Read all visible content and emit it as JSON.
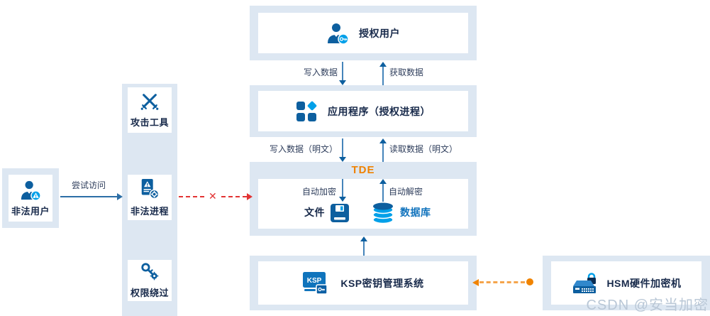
{
  "boxes": {
    "authorized_user": {
      "label": "授权用户"
    },
    "app": {
      "label": "应用程序（授权进程）"
    },
    "tde": {
      "title": "TDE",
      "encrypt_label": "自动加密",
      "decrypt_label": "自动解密",
      "file_label": "文件",
      "db_label": "数据库"
    },
    "ksp": {
      "label": "KSP密钥管理系统",
      "icon_text": "KSP"
    },
    "hsm": {
      "label": "HSM硬件加密机"
    }
  },
  "flows": {
    "write_data": "写入数据",
    "get_data": "获取数据",
    "write_plaintext": "写入数据（明文）",
    "read_plaintext": "读取数据（明文）",
    "try_access": "尝试访问",
    "blocked_mark": "✕"
  },
  "threats": {
    "items": [
      {
        "label": "攻击工具"
      },
      {
        "label": "非法进程"
      },
      {
        "label": "权限绕过"
      }
    ],
    "illegal_user_label": "非法用户"
  },
  "watermark": {
    "text": "CSDN @安当加密"
  },
  "colors": {
    "panel_bg": "#dde7f2",
    "icon_blue": "#0d5f9f",
    "icon_cyan": "#00a0e9",
    "arrow_blue": "#4584ba",
    "tde_orange": "#ef8200",
    "blocked_red": "#e23333",
    "hsm_link_orange": "#f08300",
    "label_navy": "#17294a",
    "watermark_gray": "#b9c7d6"
  }
}
